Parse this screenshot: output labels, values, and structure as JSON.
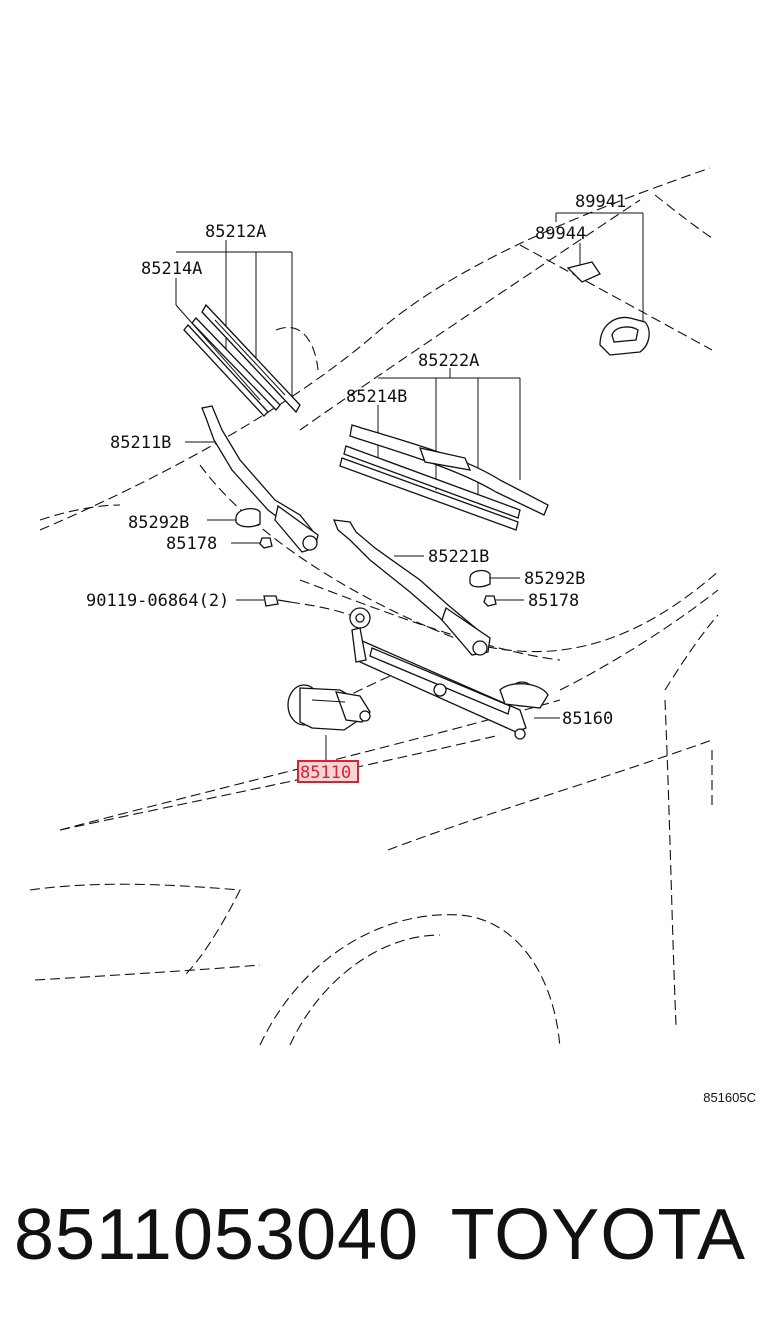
{
  "diagram": {
    "labels": {
      "p89941": "89941",
      "p89944": "89944",
      "p85212A": "85212A",
      "p85214A": "85214A",
      "p85222A": "85222A",
      "p85214B": "85214B",
      "p85211B": "85211B",
      "p85292B_left": "85292B",
      "p85178_left": "85178",
      "p85221B": "85221B",
      "p85292B_right": "85292B",
      "p85178_right": "85178",
      "p90119": "90119-06864(2)",
      "p85160": "85160",
      "p85110": "85110"
    },
    "highlight_color": "#d9232d",
    "reference_code": "851605C"
  },
  "footer": {
    "part_number": "8511053040",
    "brand": "TOYOTA"
  }
}
